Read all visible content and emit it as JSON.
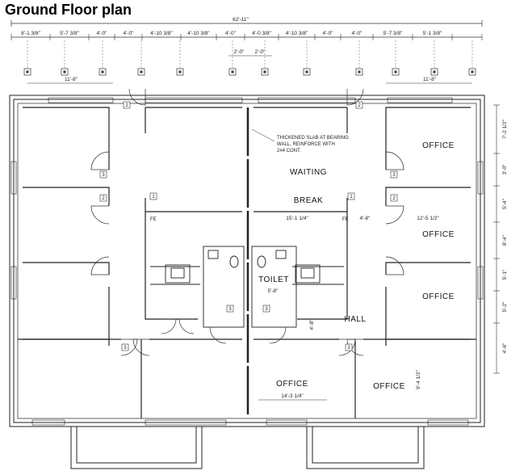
{
  "title": "Ground Floor plan",
  "overall_dimension": "62'-11\"",
  "top_dimensions": [
    "8'-1 3/8\"",
    "5'-7 3/8\"",
    "4'-0\"",
    "4'-0\"",
    "4'-10 3/8\"",
    "4'-10 3/8\"",
    "4'-0\"",
    "4'-0 3/8\"",
    "4'-10 3/8\"",
    "4'-0\"",
    "4'-0\"",
    "5'-7 3/8\"",
    "5'-1 3/8\""
  ],
  "stair_dimensions": [
    "2'-0\"",
    "2'-0\""
  ],
  "side_dimensions": [
    "11'-8\"",
    "11'-8\""
  ],
  "right_dimensions": [
    "7'-2 1/2\"",
    "3'-0\"",
    "5'-4\"",
    "8'-4\"",
    "5'-1\"",
    "5'-2\"",
    "4'-6\""
  ],
  "note": [
    "THICKENED SLAB AT BEARING",
    "WALL, REINFORCE WITH",
    "2#4 CONT."
  ],
  "rooms": {
    "office_1": "OFFICE",
    "office_2": "OFFICE",
    "office_3": "OFFICE",
    "office_4": "OFFICE",
    "office_5": "OFFICE",
    "waiting": "WAITING",
    "break": "BREAK",
    "toilet": "TOILET",
    "hall": "HALL"
  },
  "interior_dimensions": {
    "break_width": "15'-1 1/4\"",
    "office_width": "12'-5 1/2\"",
    "fe_gap": "4'-8\"",
    "toilet_width": "5'-8\"",
    "hall_depth": "4'-8\"",
    "office_bottom_width": "14'-3 1/4\"",
    "office_bottom_depth": "9'-4 1/2\""
  },
  "fe_labels": [
    "FE",
    "FE"
  ],
  "door_tags": [
    "1",
    "1",
    "2",
    "2",
    "2",
    "2",
    "3",
    "3",
    "3",
    "3",
    "3",
    "3"
  ]
}
